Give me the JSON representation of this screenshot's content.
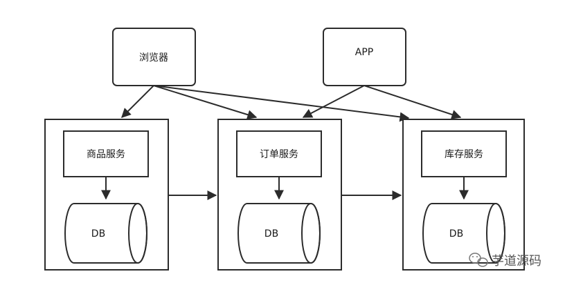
{
  "nodes": {
    "browser": "浏览器",
    "app": "APP",
    "product_service": "商品服务",
    "order_service": "订单服务",
    "inventory_service": "库存服务",
    "db_1": "DB",
    "db_2": "DB",
    "db_3": "DB"
  },
  "watermark": {
    "text": "芋道源码",
    "icon": "wechat-icon"
  },
  "colors": {
    "stroke": "#2b2b2b",
    "background": "#ffffff"
  }
}
